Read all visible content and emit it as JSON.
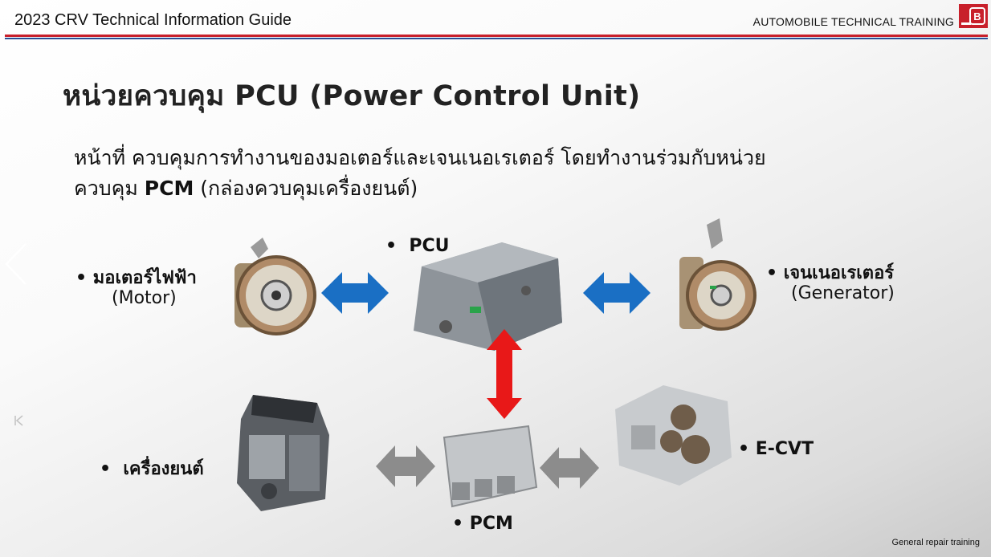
{
  "header": {
    "title": "2023 CRV Technical Information Guide",
    "right_text": "AUTOMOBILE TECHNICAL TRAINING",
    "accent_red": "#c8202b",
    "accent_blue": "#2a4f95"
  },
  "slide": {
    "heading": "หน่วยควบคุม PCU (Power Control Unit)",
    "desc_line1": "หน้าที่ ควบคุมการทำงานของมอเตอร์และเจนเนอเรเตอร์ โดยทำงานร่วมกับหน่วย",
    "desc_line2_pre": "ควบคุม ",
    "desc_line2_bold": "PCM",
    "desc_line2_post": " (กล่องควบคุมเครื่องยนต์)"
  },
  "components": {
    "motor": {
      "bullet": "•",
      "label": "มอเตอร์ไฟฟ้า",
      "sub": "(Motor)"
    },
    "pcu": {
      "bullet": "•",
      "label": "PCU"
    },
    "generator": {
      "bullet": "•",
      "label": "เจนเนอเรเตอร์",
      "sub": "(Generator)"
    },
    "engine": {
      "bullet": "•",
      "label": "เครื่องยนต์"
    },
    "pcm": {
      "bullet": "•",
      "label": "PCM"
    },
    "ecvt": {
      "bullet": "•",
      "label": "E-CVT"
    }
  },
  "arrow_colors": {
    "blue": "#1a6fc4",
    "red": "#e81818",
    "gray": "#8c8c8c"
  },
  "footer": {
    "text": "General repair training"
  },
  "nav": {
    "prev_icon": "chevron-left-icon",
    "first_icon": "first-slide-icon"
  }
}
